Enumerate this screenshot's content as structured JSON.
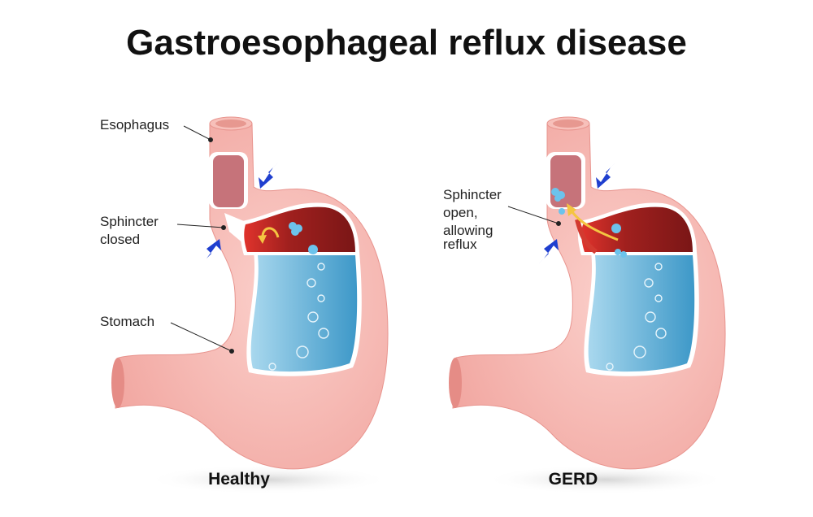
{
  "title": "Gastroesophageal reflux disease",
  "healthy": {
    "caption": "Healthy",
    "labels": {
      "esophagus": "Esophagus",
      "sphincter_1": "Sphincter",
      "sphincter_2": "closed",
      "stomach": "Stomach"
    }
  },
  "gerd": {
    "caption": "GERD",
    "labels": {
      "line1": "Sphincter",
      "line2": "open,",
      "line3": "allowing",
      "line4": "reflux"
    }
  },
  "colors": {
    "tissue": "#f6b6b0",
    "acid": "#5fb0d6",
    "chamber": "#9e1f1f",
    "arrow": "#1f3fcf",
    "flow": "#f4c542"
  }
}
